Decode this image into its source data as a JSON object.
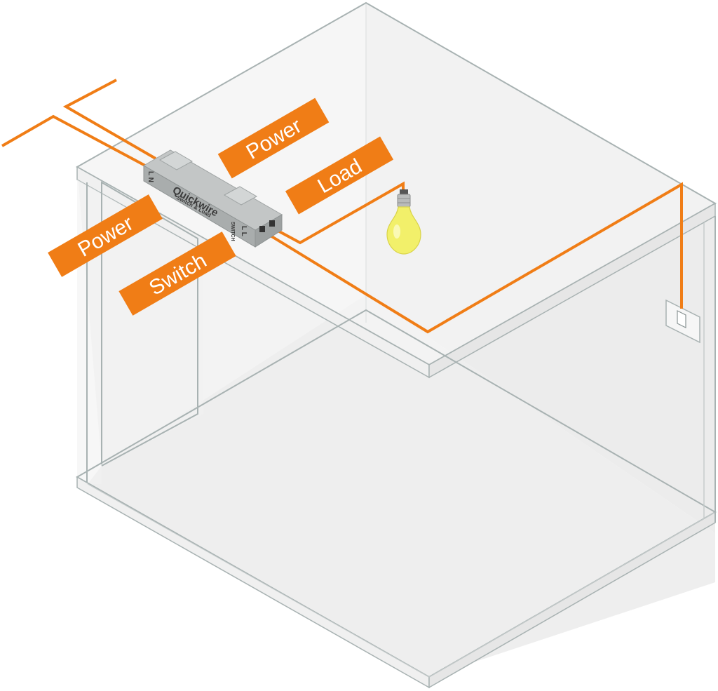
{
  "labels": {
    "power_top": "Power",
    "load": "Load",
    "power_left": "Power",
    "switch": "Switch"
  },
  "device": {
    "brand": "Quickwire",
    "subtitle": "Switch & Load",
    "left_terminals": "L N",
    "switch_label": "SWITCH",
    "right_terminals": "L L"
  },
  "colors": {
    "wire": "#f07d16",
    "label_bg": "#f07d16",
    "label_text": "#ffffff",
    "wall": "#f4f4f4",
    "floor": "#efefef",
    "edge": "#a8b2b2",
    "bulb": "#f2f06a",
    "device": "#b9bcbc"
  }
}
